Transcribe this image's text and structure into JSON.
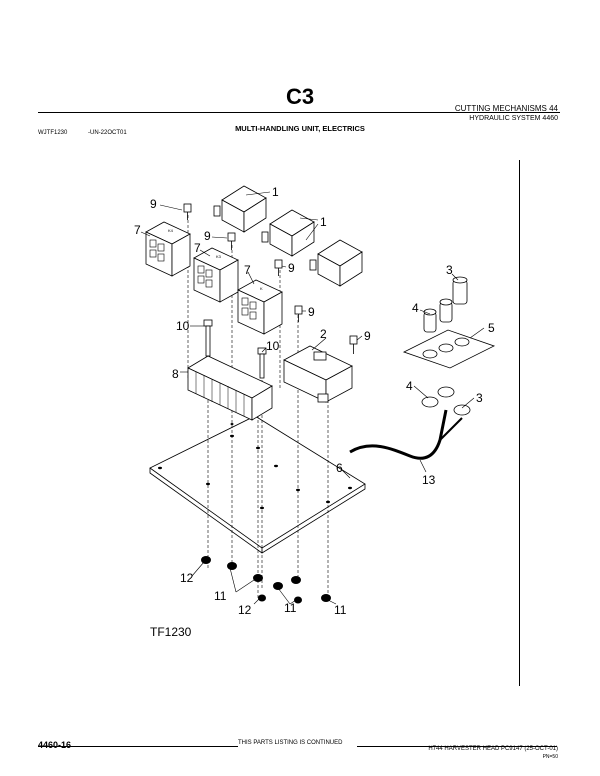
{
  "header": {
    "section_code": "C3",
    "title": "CUTTING MECHANISMS 44",
    "subtitle": "HYDRAULIC SYSTEM 4460",
    "figure_code": "WJTF1230",
    "figure_date": "-UN-22OCT01",
    "figure_title": "MULTI-HANDLING UNIT, ELECTRICS"
  },
  "diagram": {
    "figure_label": "TF1230",
    "callouts": {
      "c1a": "1",
      "c1b": "1",
      "c2": "2",
      "c3a": "3",
      "c3b": "3",
      "c4a": "4",
      "c4b": "4",
      "c5": "5",
      "c6": "6",
      "c7a": "7",
      "c7b": "7",
      "c7c": "7",
      "c8": "8",
      "c9a": "9",
      "c9b": "9",
      "c9c": "9",
      "c9d": "9",
      "c9e": "9",
      "c10a": "10",
      "c10b": "10",
      "c11a": "11",
      "c11b": "11",
      "c11c": "11",
      "c12a": "12",
      "c12b": "12",
      "c13": "13"
    },
    "relay_labels": {
      "a": "K4",
      "b": "K3",
      "c": "K"
    }
  },
  "footer": {
    "page": "4460-16",
    "continued": "THIS PARTS LISTING IS CONTINUED",
    "book": "H744 HARVESTER HEAD   PC9147   (25-OCT-01)",
    "pn": "PN=50"
  }
}
